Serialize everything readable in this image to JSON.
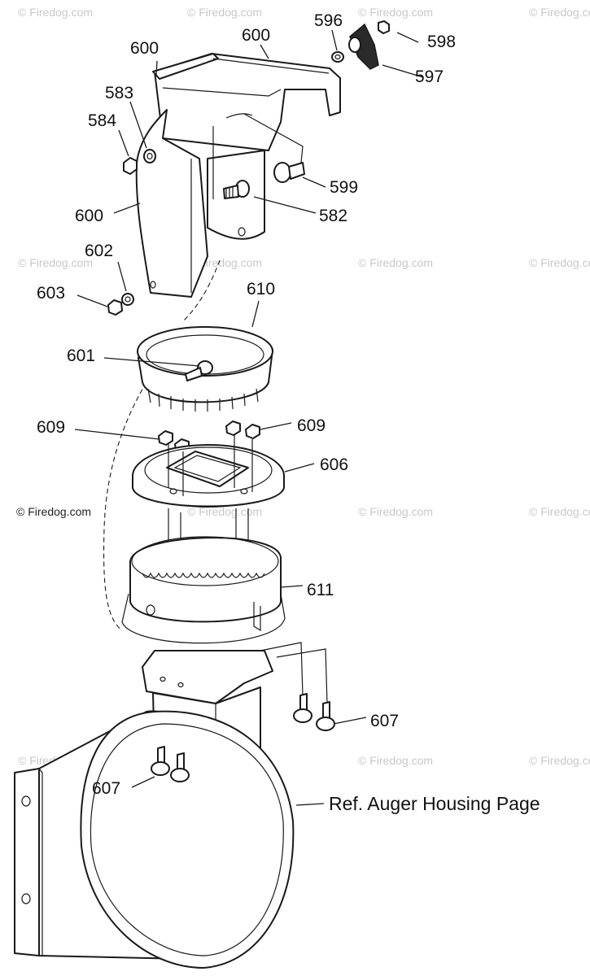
{
  "callouts": {
    "c600a": "600",
    "c600b": "600",
    "c596": "596",
    "c598": "598",
    "c597": "597",
    "c583": "583",
    "c584": "584",
    "c599": "599",
    "c582": "582",
    "c600c": "600",
    "c602": "602",
    "c603": "603",
    "c610": "610",
    "c601": "601",
    "c609a": "609",
    "c609b": "609",
    "c606": "606",
    "c611": "611",
    "c607a": "607",
    "c607b": "607"
  },
  "reference_note": "Ref. Auger Housing Page",
  "watermark": "© Firedog.com",
  "copyright": "© Firedog.com"
}
